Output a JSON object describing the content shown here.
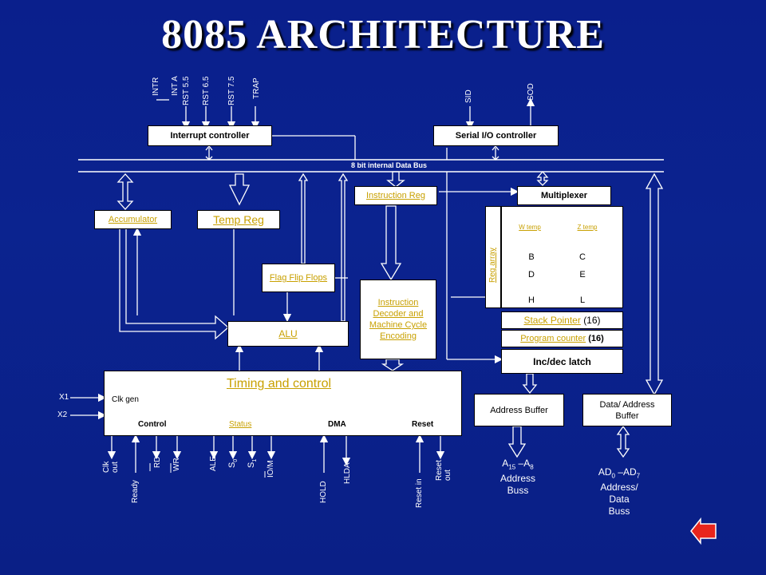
{
  "title": "8085 ARCHITECTURE",
  "interrupt": {
    "label": "Interrupt controller",
    "signals": [
      "INTR",
      "INT A",
      "RST 5.5",
      "RST 6.5",
      "RST 7.5",
      "TRAP"
    ]
  },
  "serial": {
    "label": "Serial I/O controller",
    "signals": [
      "SID",
      "SOD"
    ]
  },
  "data_bus_label": "8 bit internal Data Bus",
  "accumulator": "Accumulator",
  "temp_reg": "Temp Reg",
  "flag_flip_flops": "Flag Flip Flops",
  "alu": "ALU",
  "instruction_reg": "Instruction Reg",
  "instruction_decoder": "Instruction Decoder and Machine Cycle Encoding",
  "multiplexer": "Multiplexer",
  "reg_array": {
    "label": "Reg array",
    "w": "W temp",
    "z": "Z temp",
    "rows": [
      [
        "B",
        "C"
      ],
      [
        "D",
        "E"
      ],
      [
        "H",
        "L"
      ]
    ]
  },
  "stack_pointer": {
    "name": "Stack Pointer",
    "size": "(16)"
  },
  "program_counter": {
    "name": "Program counter",
    "size": "(16)"
  },
  "inc_dec_latch": "Inc/dec latch",
  "timing": {
    "title": "Timing and control",
    "clk_gen": "Clk gen",
    "control": "Control",
    "status": "Status",
    "dma": "DMA",
    "reset": "Reset",
    "x1": "X1",
    "x2": "X2"
  },
  "bottom_signals": {
    "clk_out": "Clk out",
    "ready": "Ready",
    "rd": "RD",
    "wr": "WR",
    "ale": "ALE",
    "s0": "S",
    "s0_sub": "0",
    "s1": "S",
    "s1_sub": "1",
    "io_m": "IO/M",
    "hold": "HOLD",
    "hlda": "HLDA",
    "reset_in": "Reset in",
    "reset_out": "Reset out"
  },
  "address_buffer": "Address Buffer",
  "data_address_buffer": "Data/ Address Buffer",
  "address_bus": {
    "line1_a": "A",
    "line1_sub_a": "15",
    "line1_mid": " –A",
    "line1_sub_b": "8",
    "line2": "Address",
    "line3": "Buss"
  },
  "data_bus": {
    "line1_a": "AD",
    "line1_sub_a": "0",
    "line1_mid": " –AD",
    "line1_sub_b": "7",
    "line2": "Address/",
    "line3": "Data",
    "line4": "Buss"
  },
  "colors": {
    "background": "#0a1f8c",
    "link": "#c8a000",
    "back_arrow": "#e8251c"
  }
}
